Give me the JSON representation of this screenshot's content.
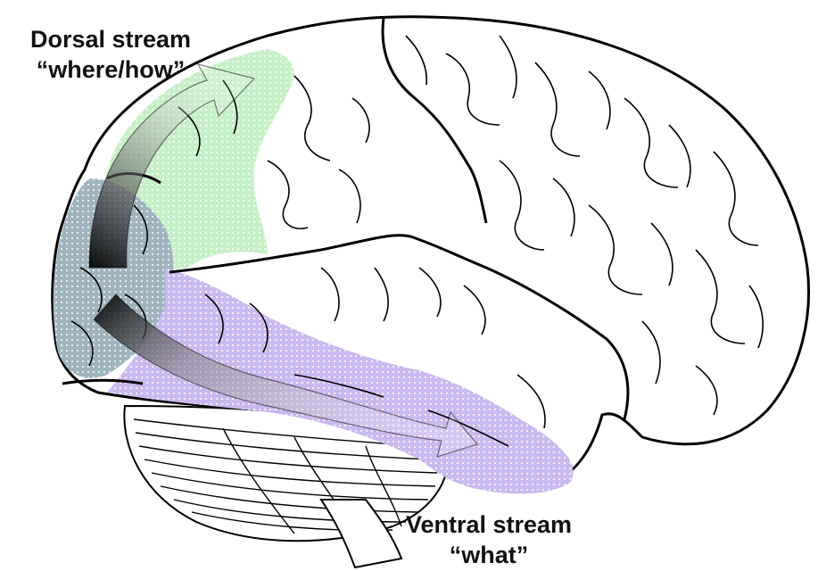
{
  "labels": {
    "dorsal": {
      "name": "Dorsal stream",
      "quote": "“where/how”"
    },
    "ventral": {
      "name": "Ventral stream",
      "quote": "“what”"
    }
  },
  "colors": {
    "dorsal_region": "#c6f0c6",
    "occipital_region": "#9fb4bf",
    "ventral_region": "#c9b9ee",
    "outline": "#000000",
    "background": "#ffffff"
  }
}
